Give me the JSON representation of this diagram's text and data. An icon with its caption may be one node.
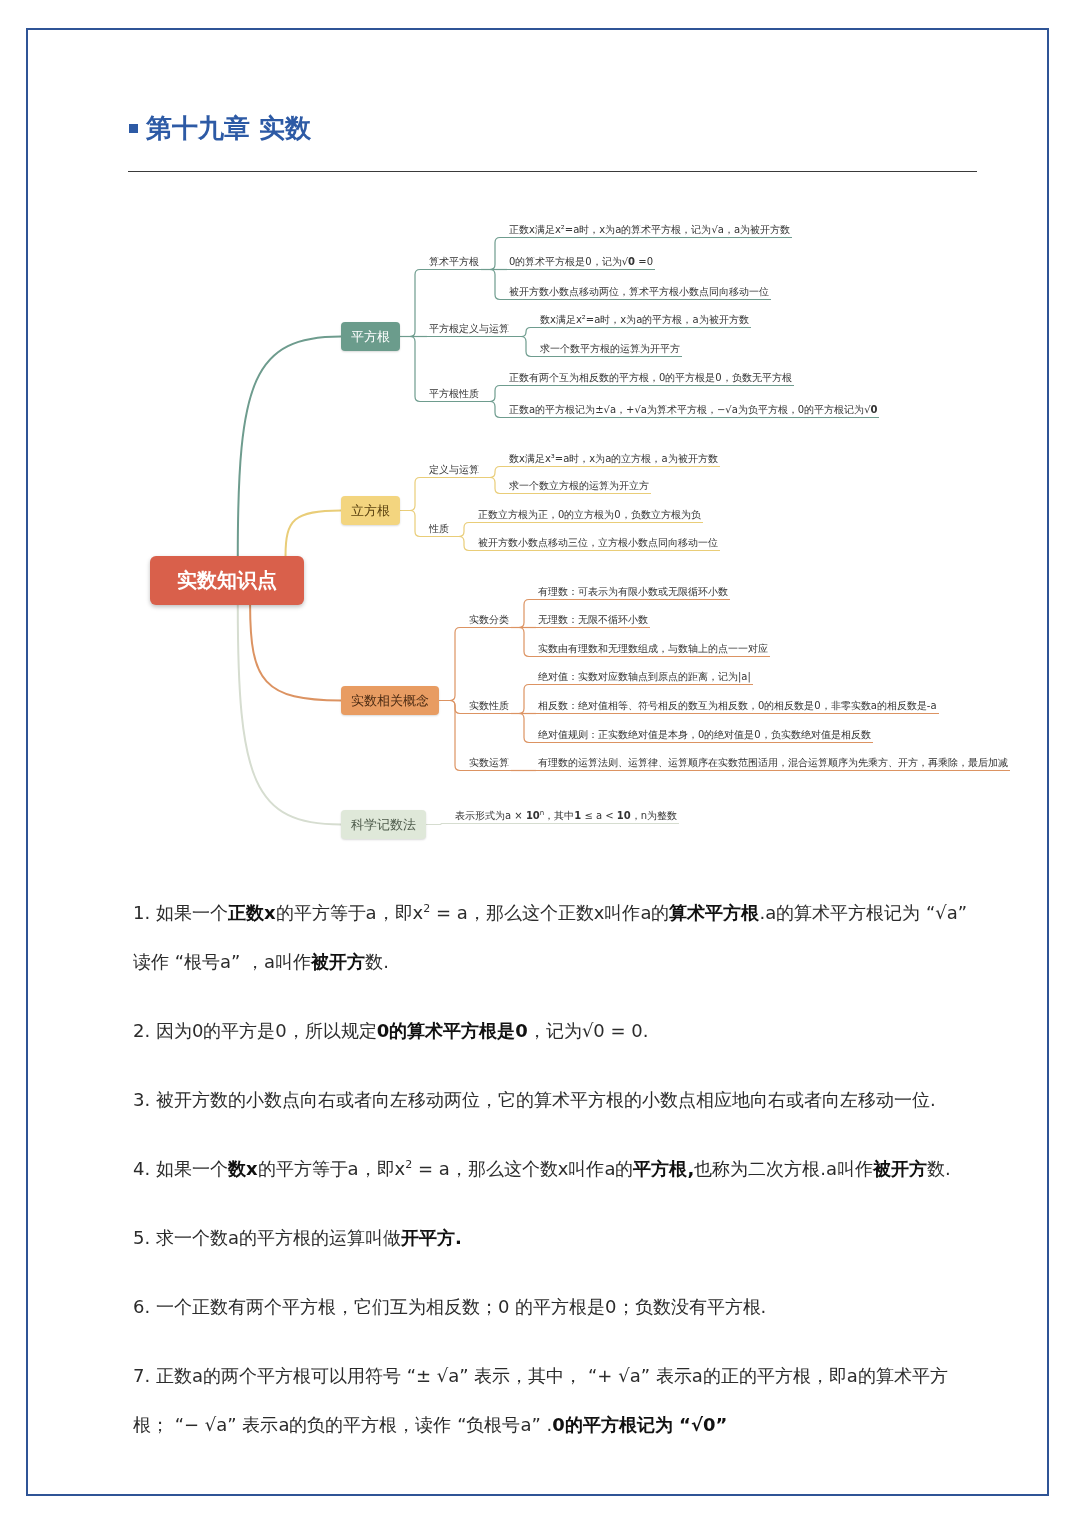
{
  "diagram": {
    "title": "第十九章 实数",
    "nodes": [
      {
        "text": [
          "实数知识点"
        ]
      },
      {
        "text": [
          "平方根"
        ]
      },
      {
        "text": [
          "算术平方根"
        ]
      },
      {
        "text": [
          "正数x满足x²=a时，x为a的算术平方根，记为√a，a为被开方数"
        ]
      },
      {
        "text": [
          "0的算术平方根是0，记为√**0** =0"
        ]
      },
      {
        "text": [
          "被开方数小数点移动两位，算术平方根小数点同向移动一位"
        ]
      },
      {
        "text": [
          "平方根定义与运算"
        ]
      },
      {
        "text": [
          "数x满足x²=a时，x为a的平方根，a为被开方数"
        ]
      },
      {
        "text": [
          "求一个数平方根的运算为开平方"
        ]
      },
      {
        "text": [
          "平方根性质"
        ]
      },
      {
        "text": [
          "正数有两个互为相反数的平方根，0的平方根是0，负数无平方根"
        ]
      },
      {
        "text": [
          "正数a的平方根记为±√a，+√a为算术平方根，−√a为负平方根，0的平方根记为√**0**"
        ]
      },
      {
        "text": [
          "立方根"
        ]
      },
      {
        "text": [
          "定义与运算"
        ]
      },
      {
        "text": [
          "数x满足x³=a时，x为a的立方根，a为被开方数"
        ]
      },
      {
        "text": [
          "求一个数立方根的运算为开立方"
        ]
      },
      {
        "text": [
          "性质"
        ]
      },
      {
        "text": [
          "正数立方根为正，0的立方根为0，负数立方根为负"
        ]
      },
      {
        "text": [
          "被开方数小数点移动三位，立方根小数点同向移动一位"
        ]
      },
      {
        "text": [
          "实数相关概念"
        ]
      },
      {
        "text": [
          "实数分类"
        ]
      },
      {
        "text": [
          "有理数：可表示为有限小数或无限循环小数"
        ]
      },
      {
        "text": [
          "无理数：无限不循环小数"
        ]
      },
      {
        "text": [
          "实数由有理数和无理数组成，与数轴上的点一一对应"
        ]
      },
      {
        "text": [
          "实数性质"
        ]
      },
      {
        "text": [
          "绝对值：实数对应数轴点到原点的距离，记为|a|"
        ]
      },
      {
        "text": [
          "相反数：绝对值相等、符号相反的数互为相反数，0的相反数是0，非零实数a的相反数是-a"
        ]
      },
      {
        "text": [
          "绝对值规则：正实数绝对值是本身，0的绝对值是0，负实数绝对值是相反数"
        ]
      },
      {
        "text": [
          "实数运算"
        ]
      },
      {
        "text": [
          "有理数的运算法则、运算律、运算顺序在实数范围适用，混合运算顺序为先乘方、开方，再乘除，最后加减"
        ]
      },
      {
        "text": [
          "科学记数法"
        ]
      },
      {
        "text": [
          "表示形式为a × **10**$^{n}$，其中**1** ≤ a < **10**，n为整数"
        ]
      }
    ],
    "edges": [
      {
        "from": 0,
        "to": 1,
        "arrow": "none",
        "color": "#6e9c8e"
      },
      {
        "from": 1,
        "to": 2,
        "arrow": "none",
        "color": "#6e9c8e"
      },
      {
        "from": 2,
        "to": 3,
        "arrow": "none",
        "color": "#6e9c8e"
      },
      {
        "from": 2,
        "to": 4,
        "arrow": "none",
        "color": "#6e9c8e"
      },
      {
        "from": 2,
        "to": 5,
        "arrow": "none",
        "color": "#6e9c8e"
      },
      {
        "from": 1,
        "to": 6,
        "arrow": "none",
        "color": "#6e9c8e"
      },
      {
        "from": 6,
        "to": 7,
        "arrow": "none",
        "color": "#6e9c8e"
      },
      {
        "from": 6,
        "to": 8,
        "arrow": "none",
        "color": "#6e9c8e"
      },
      {
        "from": 1,
        "to": 9,
        "arrow": "none",
        "color": "#6e9c8e"
      },
      {
        "from": 9,
        "to": 10,
        "arrow": "none",
        "color": "#6e9c8e"
      },
      {
        "from": 9,
        "to": 11,
        "arrow": "none",
        "color": "#6e9c8e"
      },
      {
        "from": 0,
        "to": 12,
        "arrow": "none",
        "color": "#e9cd78"
      },
      {
        "from": 12,
        "to": 13,
        "arrow": "none",
        "color": "#e9cd78"
      },
      {
        "from": 13,
        "to": 14,
        "arrow": "none",
        "color": "#e9cd78"
      },
      {
        "from": 13,
        "to": 15,
        "arrow": "none",
        "color": "#e9cd78"
      },
      {
        "from": 12,
        "to": 16,
        "arrow": "none",
        "color": "#e9cd78"
      },
      {
        "from": 16,
        "to": 17,
        "arrow": "none",
        "color": "#e9cd78"
      },
      {
        "from": 16,
        "to": 18,
        "arrow": "none",
        "color": "#e9cd78"
      },
      {
        "from": 0,
        "to": 19,
        "arrow": "none",
        "color": "#dc9362"
      },
      {
        "from": 19,
        "to": 20,
        "arrow": "none",
        "color": "#dc9362"
      },
      {
        "from": 20,
        "to": 21,
        "arrow": "none",
        "color": "#dc9362"
      },
      {
        "from": 20,
        "to": 22,
        "arrow": "none",
        "color": "#dc9362"
      },
      {
        "from": 20,
        "to": 23,
        "arrow": "none",
        "color": "#dc9362"
      },
      {
        "from": 19,
        "to": 24,
        "arrow": "none",
        "color": "#dc9362"
      },
      {
        "from": 24,
        "to": 25,
        "arrow": "none",
        "color": "#dc9362"
      },
      {
        "from": 24,
        "to": 26,
        "arrow": "none",
        "color": "#dc9362"
      },
      {
        "from": 24,
        "to": 27,
        "arrow": "none",
        "color": "#dc9362"
      },
      {
        "from": 19,
        "to": 28,
        "arrow": "none",
        "color": "#dc9362"
      },
      {
        "from": 28,
        "to": 29,
        "arrow": "none",
        "color": "#dc9362"
      },
      {
        "from": 0,
        "to": 30,
        "arrow": "none",
        "color": "#d6ddd0"
      },
      {
        "from": 30,
        "to": 31,
        "arrow": "none",
        "color": "#d6ddd0"
      }
    ],
    "labels": [
      "1. 如果一个**正数x**的平方等于a，即x$^{2}$ = a，那么这个正数x叫作a的**算术平方根**.a的算术平方根记为 “√a” 读作 “根号a” ，a叫作**被开方**数.",
      "2. 因为0的平方是0，所以规定**0的算术平方根是0**，记为√0 = 0.",
      "3. 被开方数的小数点向右或者向左移动两位，它的算术平方根的小数点相应地向右或者向左移动一位.",
      "4. 如果一个**数x**的平方等于a，即x$^{2}$ = a，那么这个数x叫作a的**平方根,**也称为二次方根.a叫作**被开方**数.",
      "5. 求一个数a的平方根的运算叫做**开平方.**",
      "6. 一个正数有两个平方根，它们互为相反数；0 的平方根是0；负数没有平方根.",
      "7. 正数a的两个平方根可以用符号 “± √a” 表示，其中， “+ √a” 表示a的正的平方根，即a的算术平方根； “− √a” 表示a的负的平方根，读作 “负根号a” .**0的平方根记为 “√0”**"
    ]
  }
}
